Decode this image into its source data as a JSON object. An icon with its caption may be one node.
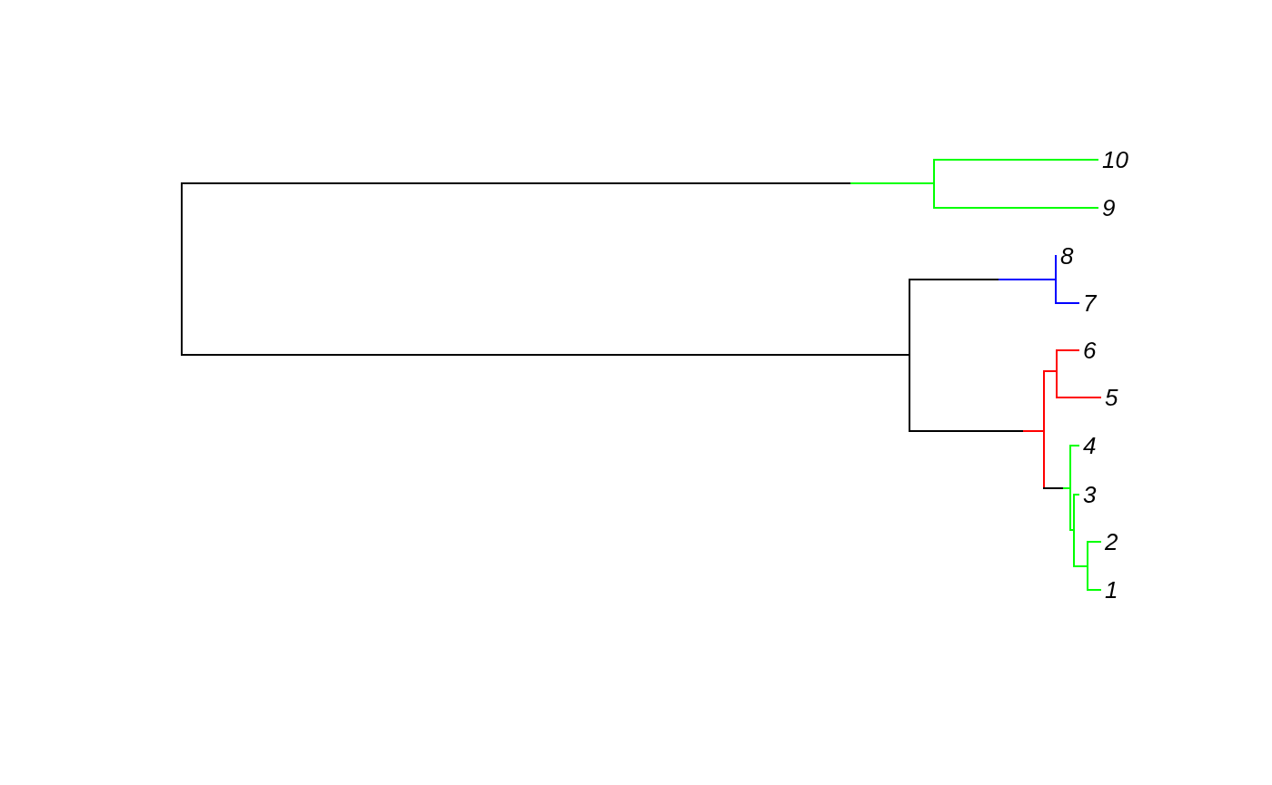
{
  "diagram": {
    "labels": [
      "10",
      "9",
      "8",
      "7",
      "6",
      "5",
      "4",
      "3",
      "2",
      "1"
    ]
  }
}
